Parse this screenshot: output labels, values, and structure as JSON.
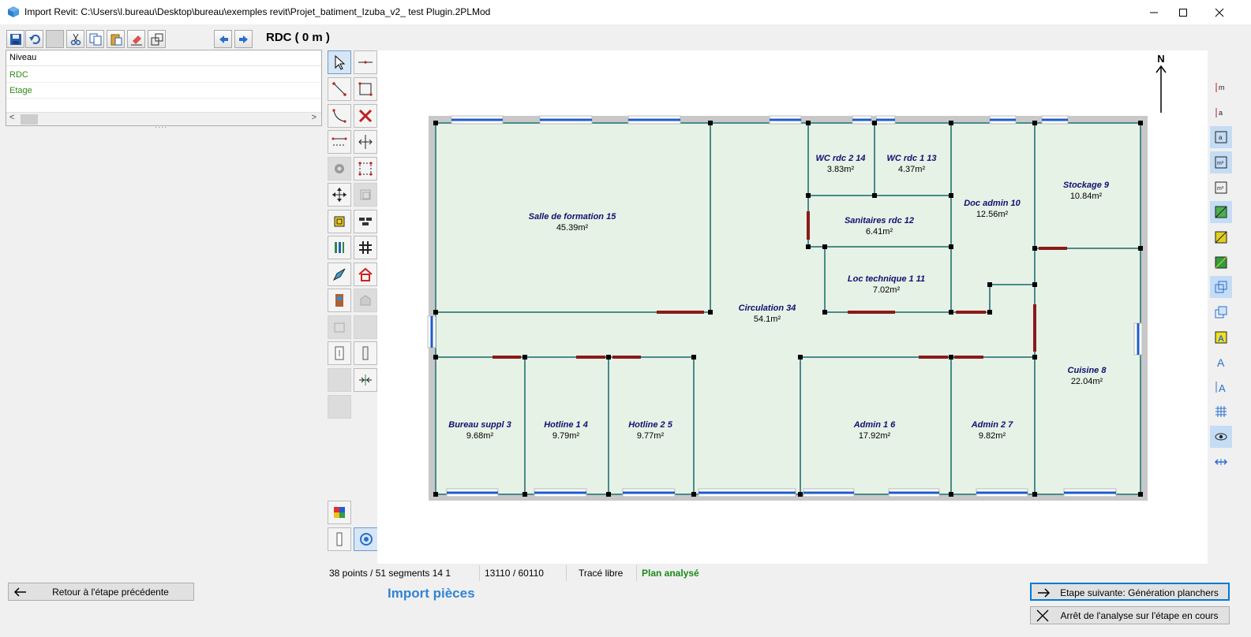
{
  "window": {
    "title": "Import Revit: C:\\Users\\l.bureau\\Desktop\\bureau\\exemples revit\\Projet_batiment_Izuba_v2_ test Plugin.2PLMod"
  },
  "toolbar": {
    "level_title": "RDC ( 0 m )",
    "buttons": [
      "save-icon",
      "undo-icon",
      "blank",
      "cut-icon",
      "copy-icon",
      "paste-icon",
      "erase-icon",
      "duplicate-icon",
      "arrow-left-icon",
      "arrow-right-icon"
    ]
  },
  "levels": {
    "header": "Niveau",
    "items": [
      "RDC",
      "Etage"
    ],
    "item_color": "#2e8b17"
  },
  "plan": {
    "north_label": "N",
    "rooms": [
      {
        "name": "Salle de formation 15",
        "area": "45.39m²"
      },
      {
        "name": "WC rdc 2 14",
        "area": "3.83m²"
      },
      {
        "name": "WC rdc 1 13",
        "area": "4.37m²"
      },
      {
        "name": "Doc admin 10",
        "area": "12.56m²"
      },
      {
        "name": "Stockage 9",
        "area": "10.84m²"
      },
      {
        "name": "Sanitaires rdc 12",
        "area": "6.41m²"
      },
      {
        "name": "Loc technique 1 11",
        "area": "7.02m²"
      },
      {
        "name": "Circulation 34",
        "area": "54.1m²"
      },
      {
        "name": "Cuisine 8",
        "area": "22.04m²"
      },
      {
        "name": "Bureau suppl 3",
        "area": "9.68m²"
      },
      {
        "name": "Hotline 1 4",
        "area": "9.79m²"
      },
      {
        "name": "Hotline 2 5",
        "area": "9.77m²"
      },
      {
        "name": "Admin 1 6",
        "area": "17.92m²"
      },
      {
        "name": "Admin 2 7",
        "area": "9.82m²"
      }
    ],
    "colors": {
      "room_fill": "#e6f2e6",
      "wall": "#c8c8c8",
      "window": "#1e5cc8",
      "door": "#8b1a1a",
      "label": "#101070"
    }
  },
  "status": {
    "points": "38 points / 51 segments 14 1",
    "coords": "13110 / 60110",
    "mode": "Tracé libre",
    "state": "Plan analysé",
    "state_color": "#1a8a1a"
  },
  "footer": {
    "back_label": "Retour à l'étape précédente",
    "step_title": "Import pièces",
    "next_label": "Etape suivante: Génération planchers",
    "stop_label": "Arrêt de l'analyse sur l'étape en cours"
  }
}
